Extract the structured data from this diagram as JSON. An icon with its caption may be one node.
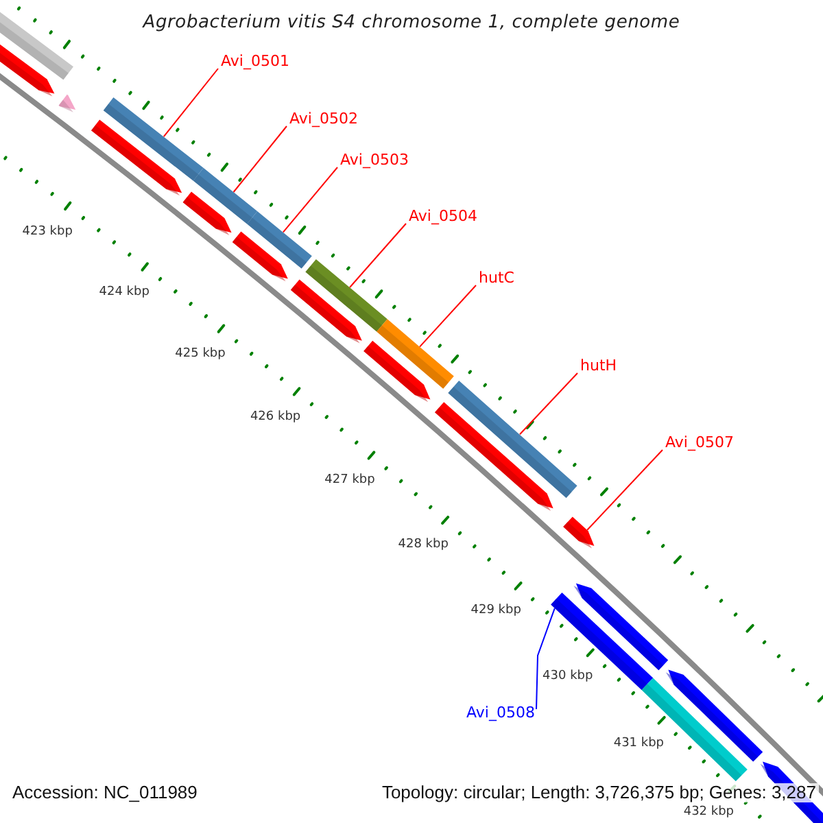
{
  "diagram": {
    "title": "Agrobacterium vitis S4 chromosome 1, complete genome",
    "nodes": [
      {
        "text": [],
        "shape": "bar"
      },
      {
        "text": [],
        "shape": "bar"
      },
      {
        "text": [],
        "shape": "bar"
      },
      {
        "text": [
          "Avi_0501"
        ]
      },
      {
        "text": [],
        "shape": "bar"
      },
      {
        "text": [],
        "shape": "bar"
      },
      {
        "text": [
          "Avi_0502"
        ]
      },
      {
        "text": [],
        "shape": "bar"
      },
      {
        "text": [],
        "shape": "bar"
      },
      {
        "text": [
          "Avi_0503"
        ]
      },
      {
        "text": [],
        "shape": "bar"
      },
      {
        "text": [],
        "shape": "bar"
      },
      {
        "text": [
          "Avi_0504"
        ]
      },
      {
        "text": [],
        "shape": "bar"
      },
      {
        "text": [],
        "shape": "bar"
      },
      {
        "text": [
          "hutC"
        ]
      },
      {
        "text": [],
        "shape": "bar"
      },
      {
        "text": [],
        "shape": "bar"
      },
      {
        "text": [
          "hutH"
        ]
      },
      {
        "text": [],
        "shape": "bar"
      },
      {
        "text": [],
        "shape": "bar"
      },
      {
        "text": [
          "Avi_0507"
        ]
      },
      {
        "text": [],
        "shape": "bar"
      },
      {
        "text": [],
        "shape": "bar"
      },
      {
        "text": [],
        "shape": "bar"
      },
      {
        "text": [
          "Avi_0508"
        ]
      },
      {
        "text": [],
        "shape": "bar"
      },
      {
        "text": [],
        "shape": "bar"
      },
      {
        "text": [],
        "shape": "bar"
      }
    ],
    "edges": [
      {
        "from": 3,
        "to": 4,
        "arrow": "none"
      },
      {
        "from": 6,
        "to": 7,
        "arrow": "none"
      },
      {
        "from": 9,
        "to": 10,
        "arrow": "none"
      },
      {
        "from": 12,
        "to": 13,
        "arrow": "none"
      },
      {
        "from": 15,
        "to": 16,
        "arrow": "none"
      },
      {
        "from": 18,
        "to": 19,
        "arrow": "none"
      },
      {
        "from": 21,
        "to": 22,
        "arrow": "none"
      },
      {
        "from": 25,
        "to": 24,
        "arrow": "none",
        "color": "#0000ff"
      }
    ],
    "labels": [
      "423 kbp",
      "424 kbp",
      "425 kbp",
      "426 kbp",
      "427 kbp",
      "428 kbp",
      "429 kbp",
      "430 kbp",
      "431 kbp",
      "432 kbp",
      "Accession: NC_011989",
      "Topology: circular; Length: 3,726,375 bp; Genes: 3,287"
    ]
  }
}
